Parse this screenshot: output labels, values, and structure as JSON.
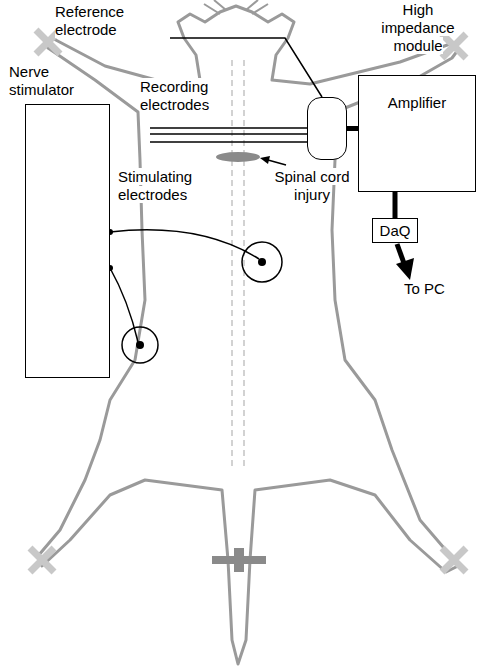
{
  "diagram": {
    "nodes": [
      {
        "text": [
          "High impedance module"
        ]
      },
      {
        "text": [
          "Nerve stimulator"
        ]
      },
      {
        "text": [
          "Amplifier"
        ]
      },
      {
        "text": [
          "DaQ"
        ]
      }
    ],
    "edges": [
      {
        "from": 0,
        "to": 2,
        "arrow": "none"
      },
      {
        "from": 2,
        "to": 3,
        "arrow": "none"
      }
    ],
    "labels": [
      "Reference electrode",
      "Recording electrodes",
      "Spinal cord injury",
      "Stimulating electrodes",
      "To PC"
    ]
  }
}
